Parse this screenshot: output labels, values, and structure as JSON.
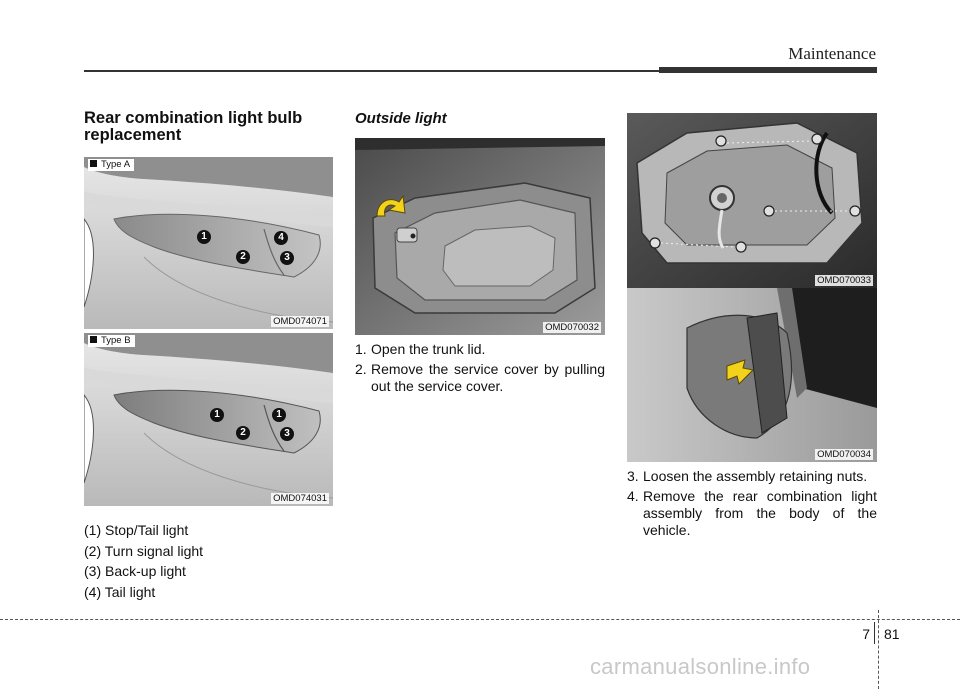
{
  "header": {
    "title": "Maintenance"
  },
  "left": {
    "heading": "Rear combination light bulb replacement",
    "fig_a": {
      "type_label": "Type A",
      "code": "OMD074071",
      "badges": [
        "1",
        "4",
        "2",
        "3"
      ]
    },
    "fig_b": {
      "type_label": "Type B",
      "code": "OMD074031",
      "badges": [
        "1",
        "1",
        "2",
        "3"
      ]
    },
    "legend": [
      "(1) Stop/Tail light",
      "(2) Turn signal light",
      "(3) Back-up light",
      "(4) Tail light"
    ]
  },
  "middle": {
    "subheading": "Outside light",
    "fig": {
      "code": "OMD070032"
    },
    "steps": [
      {
        "num": "1.",
        "text": "Open the trunk lid."
      },
      {
        "num": "2.",
        "text": "Remove the service cover by pulling out the service cover."
      }
    ]
  },
  "right": {
    "fig_top": {
      "code": "OMD070033"
    },
    "fig_bottom": {
      "code": "OMD070034"
    },
    "steps": [
      {
        "num": "3.",
        "text": "Loosen the assembly retaining nuts."
      },
      {
        "num": "4.",
        "text": "Remove the rear combination light assembly from the body of the vehicle."
      }
    ]
  },
  "footer": {
    "chapter": "7",
    "page": "81",
    "watermark": "carmanualsonline.info"
  },
  "colors": {
    "figure_bg": "#cfcfcf",
    "arrow": "#f2d21b",
    "rule": "#333333"
  }
}
